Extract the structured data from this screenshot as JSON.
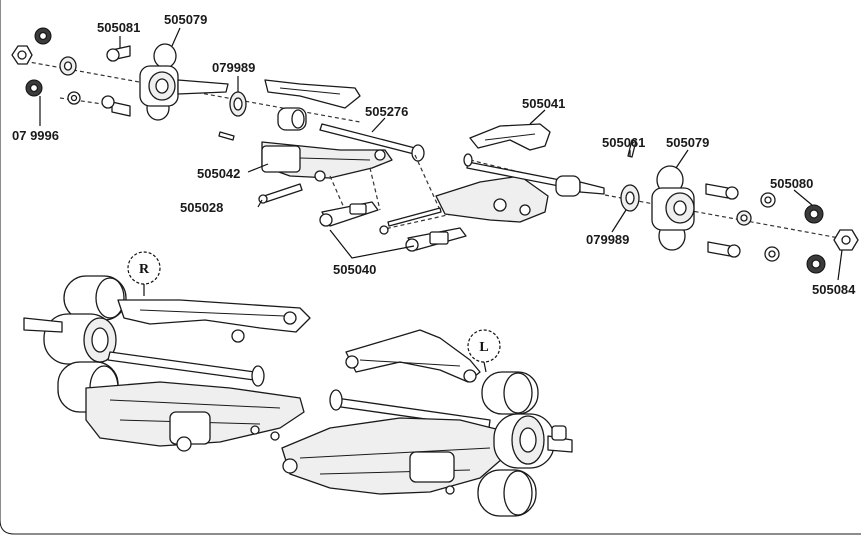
{
  "callouts": [
    {
      "id": "c1",
      "text": "505081"
    },
    {
      "id": "c2",
      "text": "505079"
    },
    {
      "id": "c3",
      "text": "079989"
    },
    {
      "id": "c4",
      "text": "07 9996"
    },
    {
      "id": "c5",
      "text": "505276"
    },
    {
      "id": "c6",
      "text": "505041"
    },
    {
      "id": "c7",
      "text": "505042"
    },
    {
      "id": "c8",
      "text": "505028"
    },
    {
      "id": "c9",
      "text": "505061"
    },
    {
      "id": "c10",
      "text": "505079"
    },
    {
      "id": "c11",
      "text": "505080"
    },
    {
      "id": "c12",
      "text": "079989"
    },
    {
      "id": "c13",
      "text": "505040"
    },
    {
      "id": "c14",
      "text": "505084"
    }
  ],
  "side_markers": {
    "right": "R",
    "left": "L"
  }
}
